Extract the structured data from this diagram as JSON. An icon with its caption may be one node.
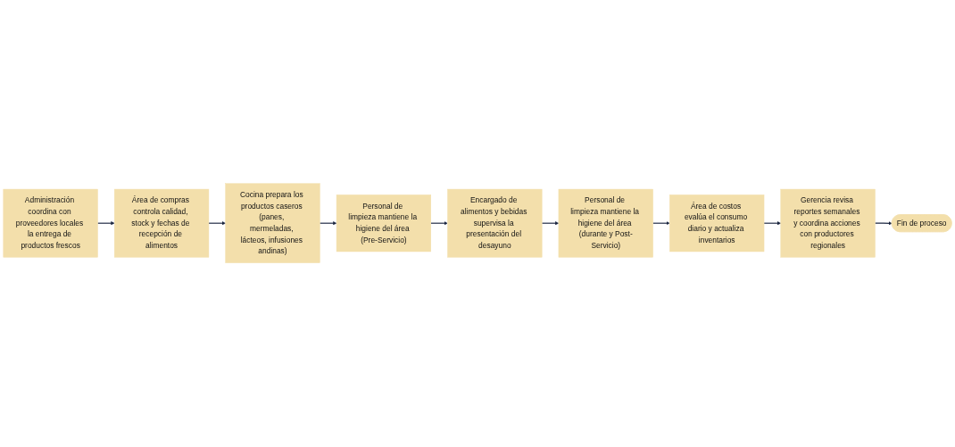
{
  "diagram": {
    "nodes": [
      {
        "text": [
          "Administración coordina con proveedores locales la entrega de productos frescos"
        ]
      },
      {
        "text": [
          "Área de compras controla calidad, stock y fechas de recepción de alimentos"
        ]
      },
      {
        "text": [
          "Cocina prepara los productos caseros (panes, mermeladas, lácteos, infusiones andinas)"
        ]
      },
      {
        "text": [
          "Personal de limpieza mantiene la higiene del área (durante y Post-Servicio)"
        ]
      },
      {
        "text": [
          "Encargado de alimentos y bebidas supervisa la presentación del desayuno"
        ]
      },
      {
        "text": [
          "Personal de limpieza mantiene la higiene del área (Pre-Servicio)"
        ]
      },
      {
        "text": [
          "Área de costos evalúa el consumo diario y actualiza inventarios"
        ]
      },
      {
        "text": [
          "Gerencia revisa reportes semanales y coordina acciones con productores regionales"
        ]
      },
      {
        "text": [
          "Fin de proceso"
        ]
      }
    ],
    "edges": [
      {
        "from": 0,
        "to": 1,
        "arrow": "to"
      },
      {
        "from": 1,
        "to": 2,
        "arrow": "to"
      },
      {
        "from": 2,
        "to": 5,
        "arrow": "to"
      },
      {
        "from": 5,
        "to": 4,
        "arrow": "to"
      },
      {
        "from": 4,
        "to": 3,
        "arrow": "to"
      },
      {
        "from": 3,
        "to": 6,
        "arrow": "to"
      },
      {
        "from": 6,
        "to": 7,
        "arrow": "to"
      },
      {
        "from": 7,
        "to": 8,
        "arrow": "to"
      }
    ]
  }
}
